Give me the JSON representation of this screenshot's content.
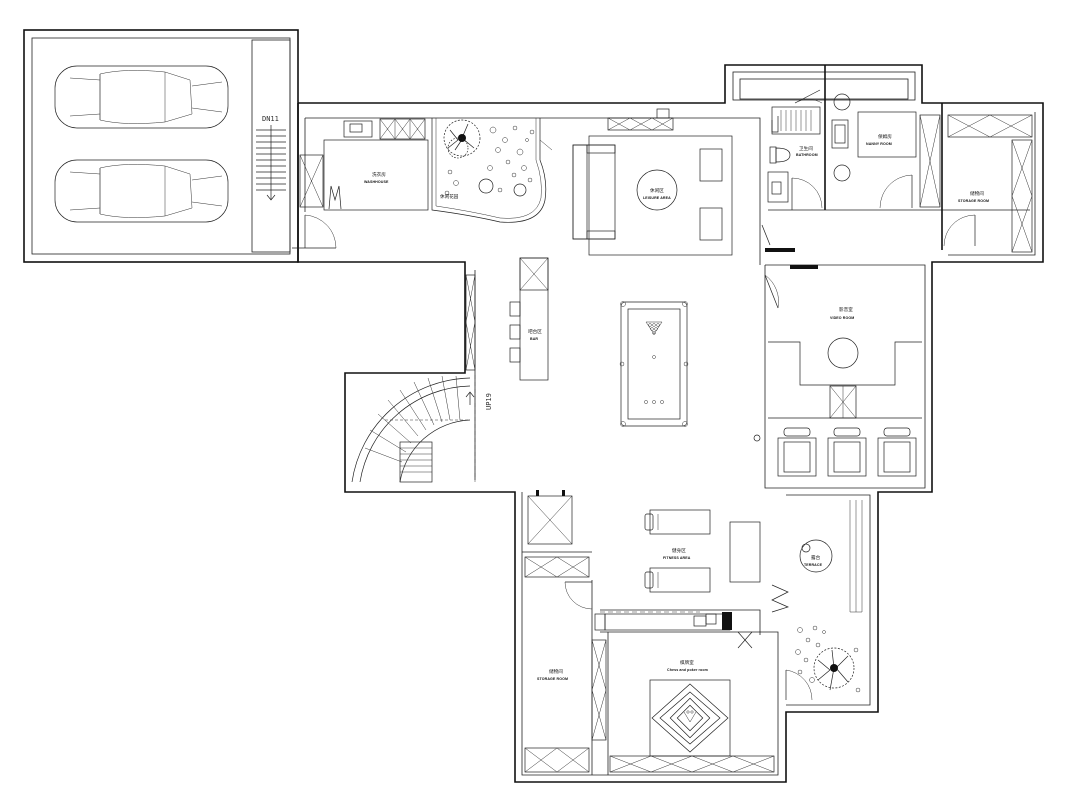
{
  "rooms": {
    "washhouse": {
      "cn": "洗衣房",
      "en": "WASHHOUSE"
    },
    "garden": {
      "cn": "休闲花园"
    },
    "leisure": {
      "cn": "休闲区",
      "en": "LEISURE AREA"
    },
    "bathroom": {
      "cn": "卫生间",
      "en": "BATHROOM"
    },
    "nanny": {
      "cn": "保姆房",
      "en": "NANNY ROOM"
    },
    "storage_ne": {
      "cn": "储物间",
      "en": "STORAGE ROOM"
    },
    "bar": {
      "cn": "吧台区",
      "en": "BAR"
    },
    "video": {
      "cn": "影音室",
      "en": "VIDEO ROOM"
    },
    "fitness": {
      "cn": "健身区",
      "en": "FITNESS AREA"
    },
    "terrace": {
      "cn": "露台",
      "en": "TERRACE"
    },
    "storage_sw": {
      "cn": "储物间",
      "en": "STORAGE ROOM"
    },
    "chess": {
      "cn": "棋牌室",
      "en": "Chess and poker room"
    }
  },
  "stairs": {
    "down": "DN11",
    "up": "UP19"
  },
  "icons": [
    "car-icon",
    "tree-icon",
    "sofa-icon",
    "billiard-table-icon",
    "treadmill-icon",
    "mahjong-table-icon",
    "armchair-icon",
    "bathtub-icon",
    "toilet-icon",
    "washing-machine-icon",
    "door-swing-icon",
    "spiral-stair-icon"
  ]
}
